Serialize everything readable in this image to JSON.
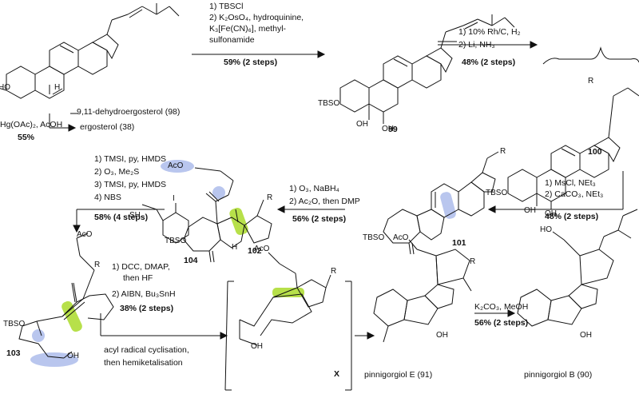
{
  "step1": {
    "conditions": [
      "1) TBSCl",
      "2) K₂OsO₄, hydroquinine,",
      "K₃[Fe(CN)₆], methyl-",
      "sulfonamide"
    ],
    "yield": "59% (2 steps)"
  },
  "step2": {
    "conditions": [
      "1) 10% Rh/C, H₂",
      "2) Li, NH₃"
    ],
    "yield": "48% (2 steps)"
  },
  "step_ms": {
    "conditions": [
      "1) MsCl, NEt₃",
      "2) CaCO₃, NEt₃"
    ],
    "yield": "48% (2 steps)"
  },
  "step_o3": {
    "conditions": [
      "1) O₃, NaBH₄",
      "2) Ac₂O, then DMP"
    ],
    "yield": "56% (2 steps)"
  },
  "step_tmsi": {
    "conditions": [
      "1) TMSI, py, HMDS",
      "2) O₃, Me₂S",
      "3) TMSI, py, HMDS",
      "4) NBS"
    ],
    "yield": "58% (4 steps)"
  },
  "step_radical": {
    "conditions": [
      "1) DCC, DMAP,",
      "then HF",
      "2) AIBN, Bu₃SnH"
    ],
    "yield": "38% (2 steps)",
    "note": [
      "acyl radical cyclisation,",
      "then hemiketalisation"
    ]
  },
  "step_final": {
    "conditions": "K₂CO₃, MeOH",
    "yield": "56% (2 steps)"
  },
  "start_materials": {
    "hg_reagent": "Hg(OAc)₂, AcOH",
    "hg_yield": "55%",
    "product_98": "9,11-dehydroergosterol (98)",
    "ergosterol": "ergosterol (38)"
  },
  "compounds": {
    "c99": "99",
    "c100": "100",
    "c101": "101",
    "c102": "102",
    "c103": "103",
    "c104": "104",
    "cX": "X",
    "pinnigorgiol_E": "pinnigorgiol E (91)",
    "pinnigorgiol_B": "pinnigorgiol B (90)"
  },
  "groups": {
    "tbso": "TBSO",
    "ho": "HO",
    "oh": "OH",
    "aco": "AcO",
    "r": "R",
    "h": "H",
    "sh": "SH",
    "i": "I"
  },
  "colors": {
    "green_highlight": "#b7e04a",
    "blue_highlight": "#b9c6ee",
    "atom_number": "#d0021b"
  }
}
